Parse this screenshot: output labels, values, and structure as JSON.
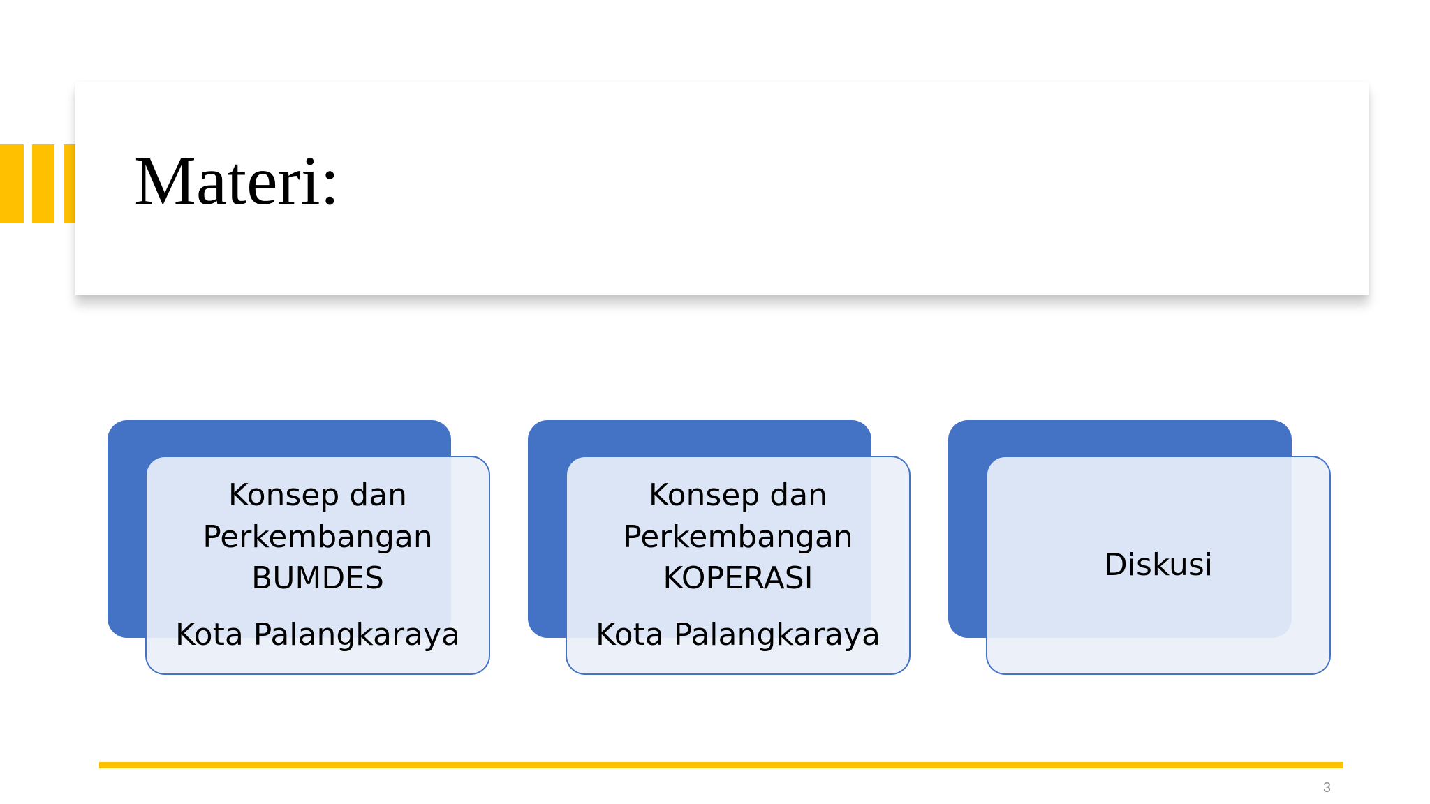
{
  "slide": {
    "title": "Materi:",
    "page_number": "3",
    "colors": {
      "accent": "#FFC000",
      "card_back": "#4472C4",
      "card_front_fill": "#E9EFF8",
      "card_border": "#4472C4"
    },
    "cards": [
      {
        "lines": [
          "Konsep dan",
          "Perkembangan",
          "BUMDES"
        ],
        "subline": "Kota Palangkaraya"
      },
      {
        "lines": [
          "Konsep dan",
          "Perkembangan",
          "KOPERASI"
        ],
        "subline": "Kota Palangkaraya"
      },
      {
        "lines": [
          "Diskusi"
        ],
        "subline": ""
      }
    ]
  }
}
